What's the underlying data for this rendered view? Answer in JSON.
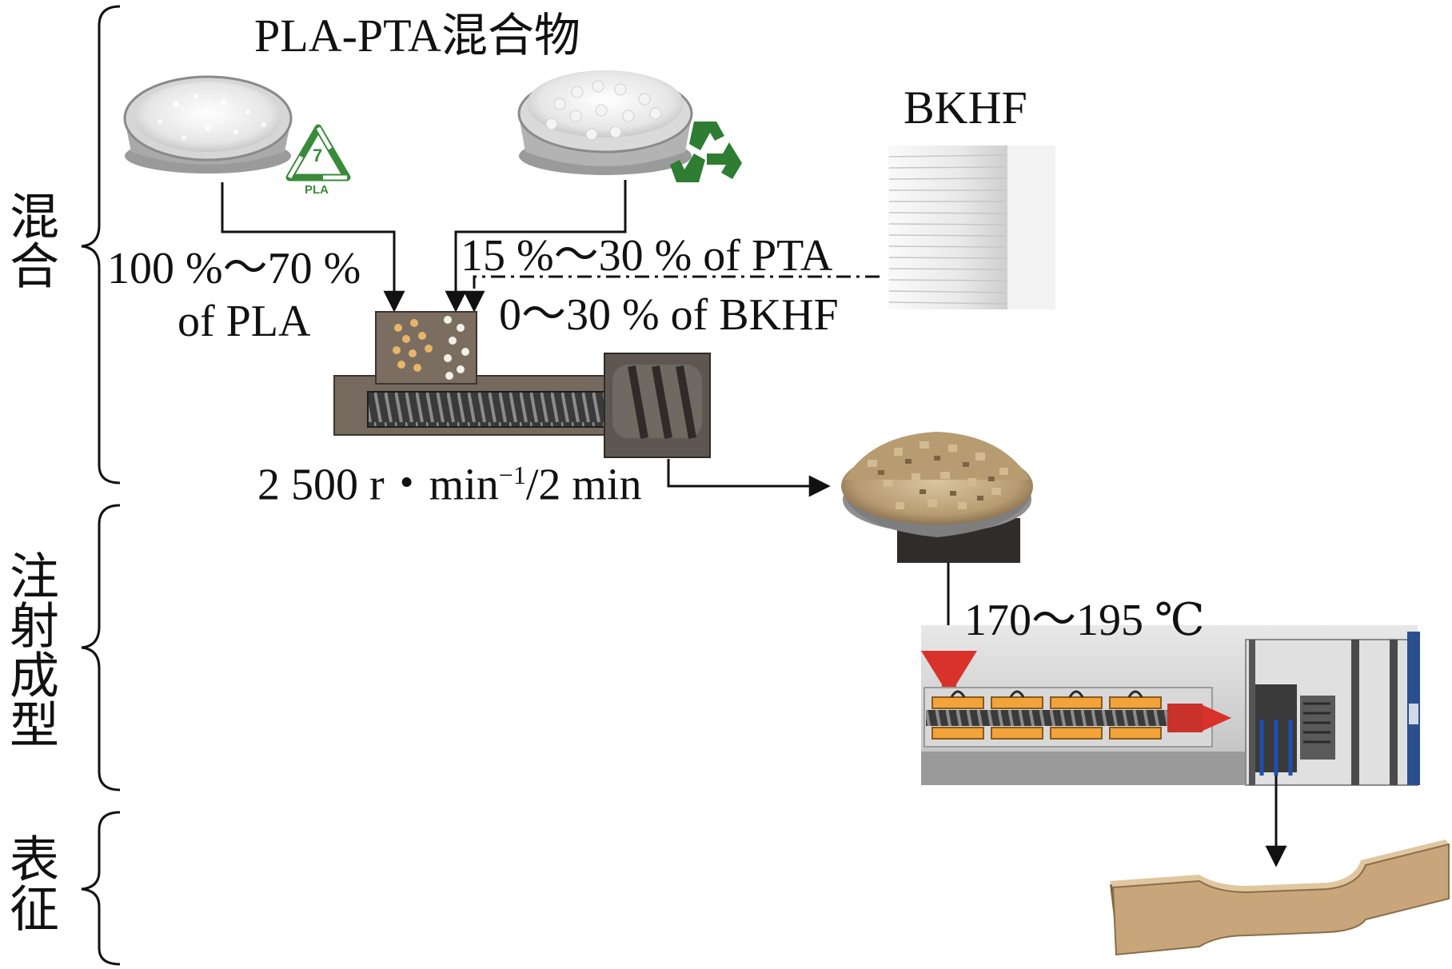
{
  "stages": {
    "mixing": "混合",
    "injection": "注射成型",
    "characterization": "表征"
  },
  "materials": {
    "blend_title": "PLA-PTA混合物",
    "bkhf_title": "BKHF",
    "pla_recycle_number": "7",
    "pla_recycle_code": "PLA"
  },
  "feeds": {
    "pla_ratio": "100 %～70 %",
    "pla_name": "of PLA",
    "pta_ratio": "15 %～30 % of PTA",
    "bkhf_ratio": "0～30 % of BKHF"
  },
  "mixing": {
    "speed_main": "2 500 r・min",
    "speed_exp": "−1",
    "speed_time": "/2 min"
  },
  "injection": {
    "temperature": "170～195 ℃"
  },
  "colors": {
    "pla_green": "#3a8a3a",
    "recycle_green": "#2e7d32",
    "heater_orange": "#f2a33a",
    "nozzle_red": "#d9322a",
    "granule_tan": "#b79c72",
    "specimen_tan": "#c8a57a"
  }
}
